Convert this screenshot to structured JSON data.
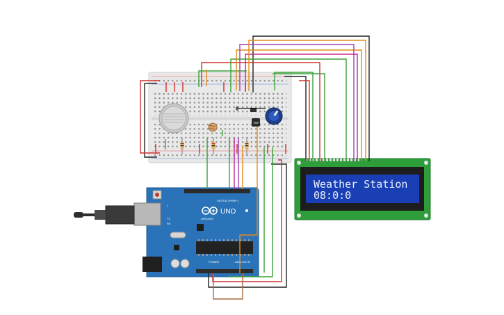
{
  "arduino": {
    "board_name": "UNO",
    "brand": "ARDUINO",
    "digital_label": "DIGITAL (PWM~)",
    "power_label": "POWER",
    "analog_label": "ANALOG IN",
    "tx_label": "TX",
    "rx_label": "RX",
    "l_label": "L"
  },
  "lcd": {
    "line1": "Weather Station",
    "line2": "08:0:0",
    "backlight_color": "#1a3fb4",
    "frame_color": "#2d9e3a"
  },
  "icons": {
    "gas_sensor": "gas-sensor-icon",
    "potentiometer": "potentiometer-icon",
    "photoresistor": "photoresistor-icon",
    "usb_cable": "usb-cable-icon",
    "temperature_sensor": "temperature-sensor-icon"
  },
  "colors": {
    "wire_black": "#222222",
    "wire_red": "#d0312d",
    "wire_green": "#3aa13a",
    "wire_orange": "#e38b1a",
    "wire_purple": "#9c3fb8",
    "wire_magenta": "#c0258f",
    "wire_brown": "#a86b3c",
    "arduino_blue": "#2a73b8"
  }
}
